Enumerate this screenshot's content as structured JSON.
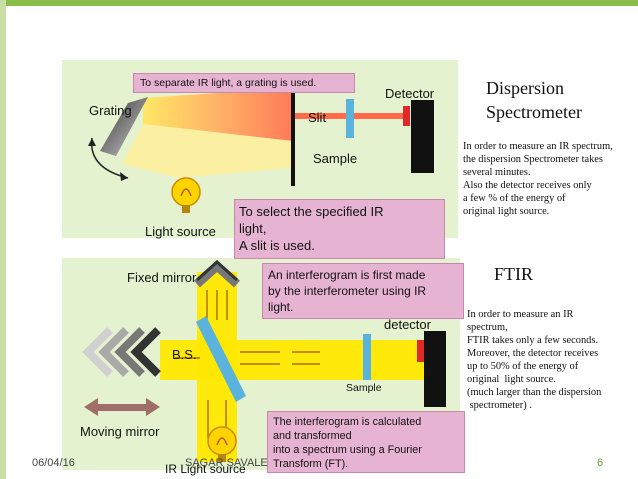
{
  "colors": {
    "accent": "#8bbd4a",
    "panel": "#e4f2cf",
    "callout": "#e7b3d2",
    "beam": "#ffe800"
  },
  "dispersion": {
    "title_line1": "Dispersion",
    "title_line2": "Spectrometer",
    "grating_label": "Grating",
    "slit_label": "Slit",
    "detector_label": "Detector",
    "sample_label": "Sample",
    "light_source_label": "Light source",
    "callout_grating": "To separate IR light, a grating is used.",
    "callout_slit": [
      "To select the specified IR",
      "light,",
      "A slit is used."
    ],
    "description": [
      "In order to measure an IR spectrum,",
      "the dispersion Spectrometer takes",
      "several minutes.",
      "Also the detector receives only",
      "a few % of the energy of",
      "original light source."
    ]
  },
  "ftir": {
    "title": "FTIR",
    "fixed_mirror_label": "Fixed mirror",
    "bs_label": "B.S.",
    "detector_label": "detector",
    "sample_label": "Sample",
    "moving_mirror_label": "Moving mirror",
    "ir_source_label": "IR Light source",
    "callout_interferogram": [
      "An interferogram is first made",
      "by the interferometer using IR",
      "light."
    ],
    "callout_transform": [
      "The interferogram is calculated",
      "and transformed",
      "into a spectrum using a Fourier",
      "Transform (FT)."
    ],
    "description": [
      "In order to measure an IR",
      "spectrum,",
      "FTIR takes only a few seconds.",
      "Moreover, the detector receives",
      "up to 50% of the energy of",
      "original  light source.",
      "(much larger than the dispersion",
      " spectrometer) ."
    ]
  },
  "footer": {
    "date": "06/04/16",
    "author": "SAGAR SAVALE",
    "page": "6"
  }
}
